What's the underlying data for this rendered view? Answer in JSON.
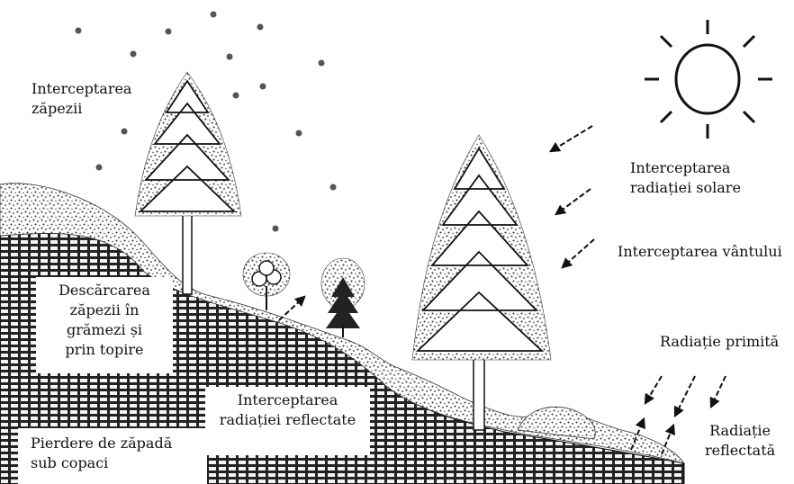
{
  "labels": {
    "snow_interception": [
      "Interceptarea",
      "zăpezii"
    ],
    "solar_interception": [
      "Interceptarea",
      "radiației solare"
    ],
    "wind_interception": "Interceptarea vântului",
    "snow_unloading": [
      "Descărcarea",
      "zăpezii în",
      "grămezi și",
      "prin topire"
    ],
    "reflected_interception": [
      "Interceptarea",
      "radiației reflectate"
    ],
    "incoming_radiation": "Radiație primită",
    "reflected_radiation": [
      "Radiație",
      "reflectată"
    ],
    "snow_loss": [
      "Pierdere de zăpadă",
      "sub copaci"
    ]
  },
  "colors": {
    "ink": "#111111",
    "paper": "#ffffff",
    "ground": "#222222",
    "brick": "#f4f4f4"
  },
  "icons": [
    "sun-icon",
    "snowflake-icon",
    "tree-icon",
    "shrub-icon",
    "arrow-icon"
  ]
}
